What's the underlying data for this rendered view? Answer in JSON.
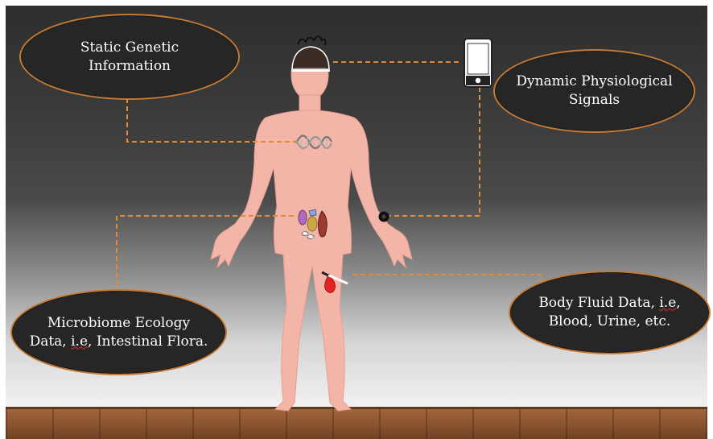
{
  "labels": {
    "genetic": {
      "line1": "Static Genetic",
      "line2": "Information"
    },
    "physiological": {
      "line1": "Dynamic Physiological",
      "line2": "Signals"
    },
    "microbiome": {
      "line1": "Microbiome Ecology",
      "line2_a": "Data, ",
      "line2_b": "i.e",
      "line2_c": ", Intestinal Flora."
    },
    "fluid": {
      "line1_a": "Body Fluid Data, ",
      "line1_b": "i.e",
      "line1_c": ",",
      "line2": "Blood, Urine, etc."
    }
  },
  "colors": {
    "connector": "#e08a3a",
    "bubble_fill": "#262626",
    "bubble_border": "#c47a35",
    "body": "#f2b5a8",
    "text": "#ffffff"
  },
  "icons": [
    "dna-icon",
    "brain-icon",
    "smartphone-icon",
    "smartwatch-icon",
    "organs-icon",
    "blood-drop-icon",
    "syringe-icon"
  ]
}
